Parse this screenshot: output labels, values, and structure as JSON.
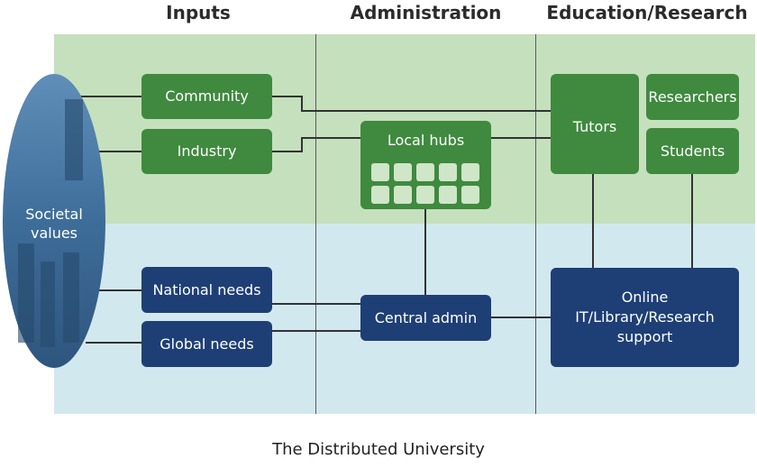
{
  "columns": {
    "inputs": "Inputs",
    "administration": "Administration",
    "education": "Education/Research"
  },
  "nodes": {
    "societal_values": "Societal values",
    "community": "Community",
    "industry": "Industry",
    "national_needs": "National needs",
    "global_needs": "Global needs",
    "local_hubs": "Local hubs",
    "central_admin": "Central admin",
    "tutors": "Tutors",
    "researchers": "Researchers",
    "students": "Students",
    "online_support": "Online IT/Library/Research support"
  },
  "caption": "The Distributed University",
  "colors": {
    "top_zone": "#c5e0bd",
    "bottom_zone": "#d2e8ef",
    "green_box": "#3f8a3f",
    "blue_box": "#1e3f75",
    "connector": "#333333"
  }
}
